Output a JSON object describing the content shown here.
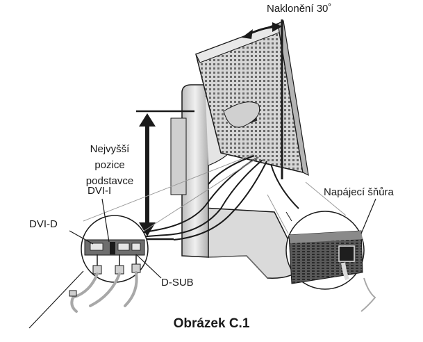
{
  "labels": {
    "tilt": "Naklonění 30˚",
    "height_line1": "Nejvyšší",
    "height_line2": "pozice",
    "height_line3": "podstavce",
    "dvi_i": "DVI-I",
    "dvi_d": "DVI-D",
    "d_sub": "D-SUB",
    "power_cord": "Napájecí šňůra"
  },
  "caption": "Obrázek C.1",
  "colors": {
    "ink": "#1a1a1a",
    "monitor_body": "#d9d9d9",
    "monitor_dark": "#8a8a8a",
    "stand": "#e2e2e2",
    "background": "#ffffff"
  },
  "icons": [
    "tilt-arc-arrow-icon",
    "height-double-arrow-icon"
  ]
}
